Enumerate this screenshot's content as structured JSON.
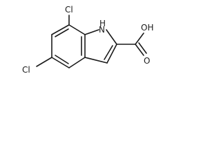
{
  "structure": {
    "labels": {
      "cl_top": "Cl",
      "cl_bottom": "Cl",
      "nh": "H",
      "nh_n": "N",
      "oh": "OH",
      "o": "O"
    }
  }
}
